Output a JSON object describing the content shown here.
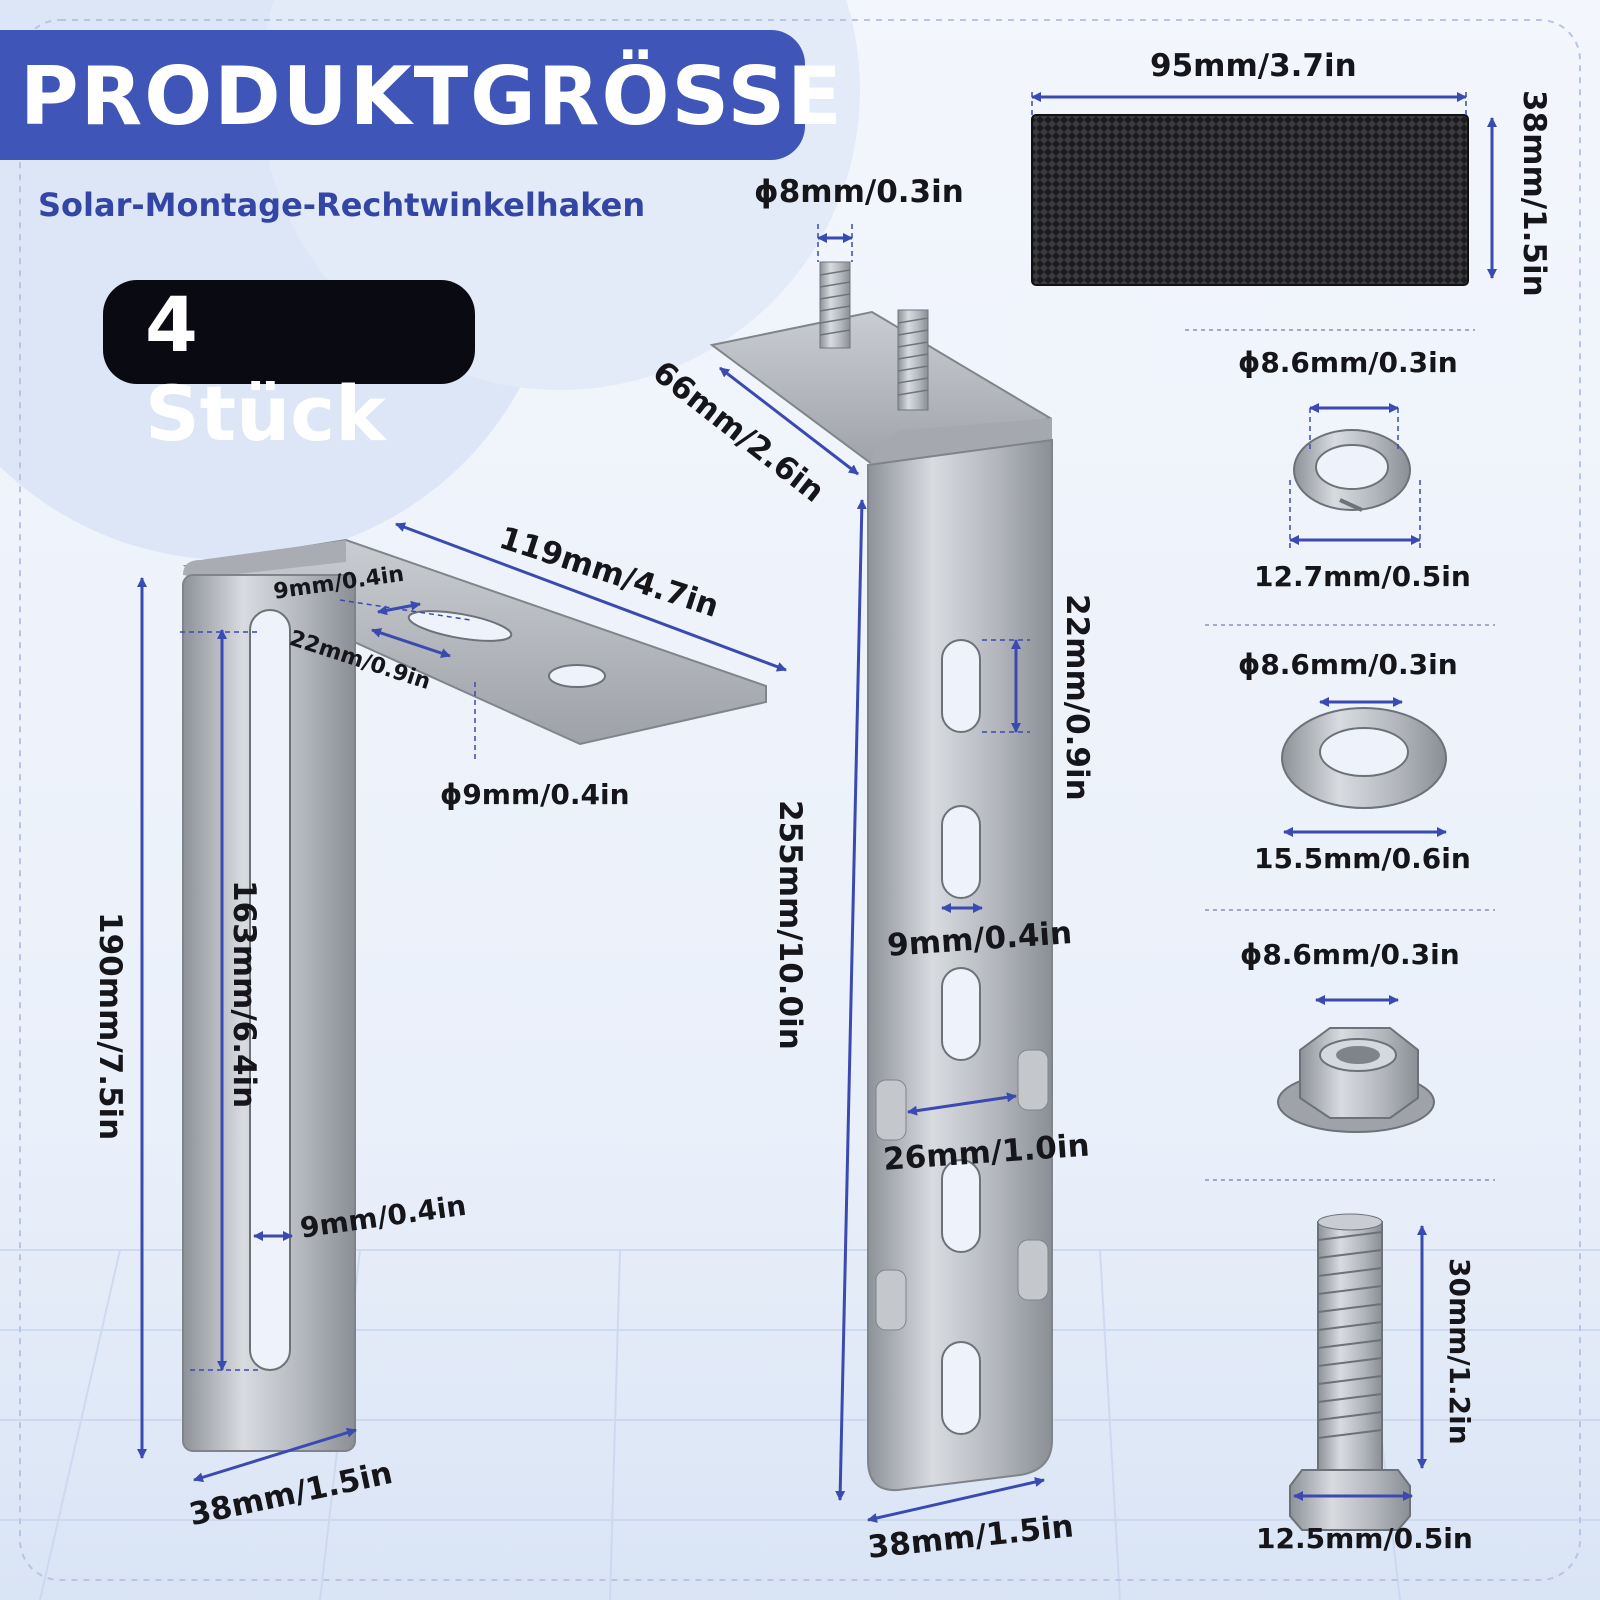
{
  "header": {
    "title": "PRODUKTGRÖSSE",
    "subtitle": "Solar-Montage-Rechtwinkelhaken",
    "quantity": "4 Stück"
  },
  "colors": {
    "accent": "#3f56b8",
    "dimension_line": "#3a4ab0",
    "pill": "#0a0a12",
    "steel": "#b9bdc3"
  },
  "dimensions": {
    "left_bracket": {
      "top_length": "119mm/4.7in",
      "slot_width_top": "9mm/0.4in",
      "slot_length_top": "22mm/0.9in",
      "hole_diameter": "9mm/0.4in",
      "height": "190mm/7.5in",
      "slot_length": "163mm/6.4in",
      "slot_width": "9mm/0.4in",
      "width": "38mm/1.5in"
    },
    "right_bracket": {
      "stud_diameter": "8mm/0.3in",
      "top_length": "66mm/2.6in",
      "slot_length": "22mm/0.9in",
      "height": "255mm/10.0in",
      "slot_width": "9mm/0.4in",
      "tab_spacing": "26mm/1.0in",
      "width": "38mm/1.5in"
    },
    "rubber_pad": {
      "length": "95mm/3.7in",
      "width": "38mm/1.5in"
    },
    "spring_washer": {
      "inner": "8.6mm/0.3in",
      "outer": "12.7mm/0.5in"
    },
    "flat_washer": {
      "inner": "8.6mm/0.3in",
      "outer": "15.5mm/0.6in"
    },
    "flange_nut": {
      "inner": "8.6mm/0.3in"
    },
    "bolt": {
      "length": "30mm/1.2in",
      "head": "12.5mm/0.5in"
    }
  }
}
